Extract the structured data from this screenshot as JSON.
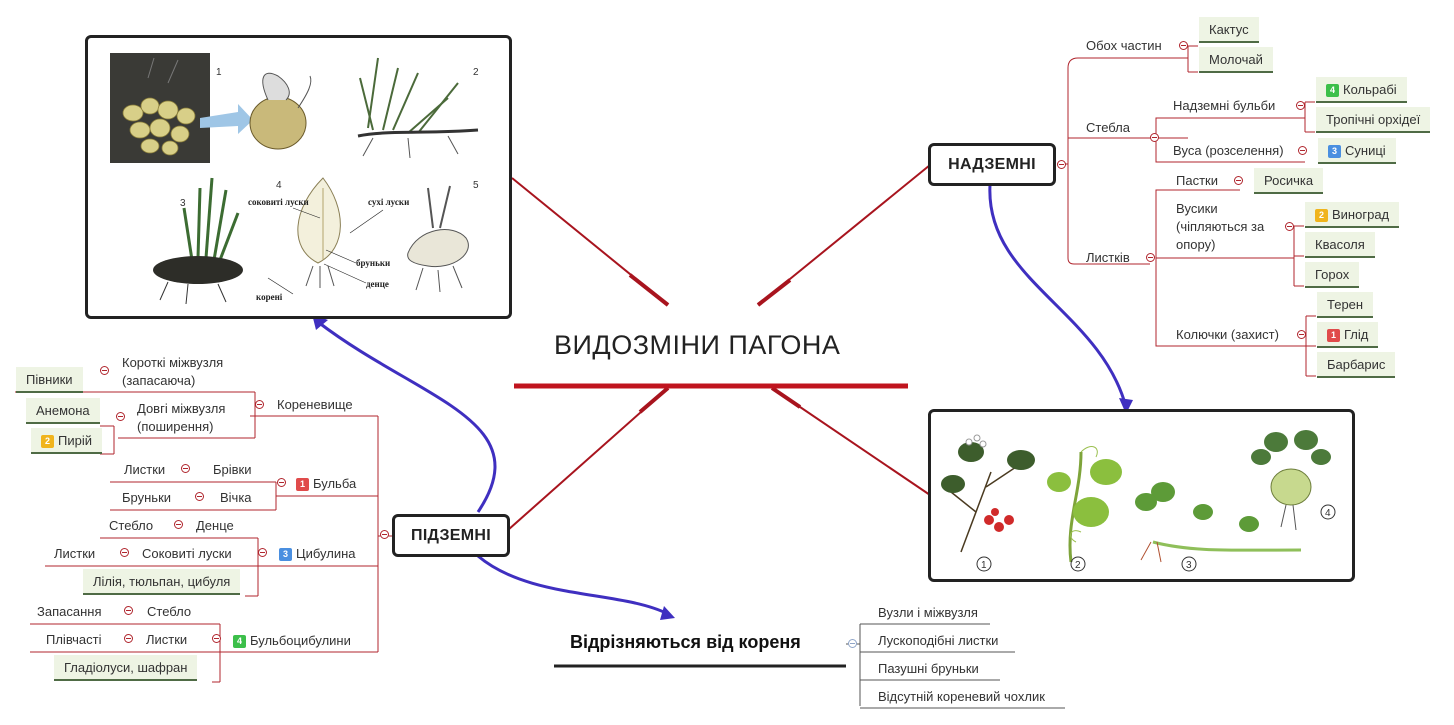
{
  "central": {
    "title": "ВИДОЗМІНИ ПАГОНА"
  },
  "nadzemni": {
    "label": "НАДЗЕМНІ",
    "obokh": {
      "label": "Обох частин",
      "items": [
        "Кактус",
        "Молочай"
      ]
    },
    "stebla": {
      "label": "Стебла",
      "bulby": {
        "label": "Надземні бульби",
        "items": [
          {
            "badge": "4",
            "text": "Кольрабі"
          },
          {
            "text": "Тропічні орхідеї"
          }
        ]
      },
      "vusa": {
        "label": "Вуса (розселення)",
        "items": [
          {
            "badge": "3",
            "text": "Суниці"
          }
        ]
      }
    },
    "lystkiv": {
      "label": "Листків",
      "pastky": {
        "label": "Пастки",
        "items": [
          "Росичка"
        ]
      },
      "vusyky": {
        "label": "Вусики (чіпляються за опору)",
        "items": [
          {
            "badge": "2",
            "text": "Виноград"
          },
          {
            "text": "Квасоля"
          },
          {
            "text": "Горох"
          }
        ]
      },
      "kolyuchky": {
        "label": "Колючки (захист)",
        "items": [
          {
            "text": "Терен"
          },
          {
            "badge": "1",
            "text": "Глід"
          },
          {
            "text": "Барбарис"
          }
        ]
      }
    }
  },
  "pidzemni": {
    "label": "ПІДЗЕМНІ",
    "korenevyshche": {
      "label": "Кореневище",
      "short": {
        "label": "Короткі міжвузля (запасаюча)",
        "items": [
          "Півники"
        ]
      },
      "long": {
        "label": "Довгі міжвузля (поширення)",
        "items": [
          {
            "text": "Анемона"
          },
          {
            "badge": "2",
            "text": "Пирій"
          }
        ]
      }
    },
    "bulba": {
      "badge": "1",
      "label": "Бульба",
      "rows": [
        {
          "part": "Листки",
          "value": "Брівки"
        },
        {
          "part": "Бруньки",
          "value": "Вічка"
        }
      ]
    },
    "tsybulyna": {
      "badge": "3",
      "label": "Цибулина",
      "rows": [
        {
          "part": "Стебло",
          "value": "Денце"
        },
        {
          "part": "Листки",
          "value": "Соковиті луски"
        }
      ],
      "examples": "Лілія, тюльпан, цибуля"
    },
    "bulbotsybulyny": {
      "badge": "4",
      "label": "Бульбоцибулини",
      "rows": [
        {
          "part": "Запасання",
          "value": "Стебло"
        },
        {
          "part": "Плівчасті",
          "value": "Листки"
        }
      ],
      "examples": "Гладіолуси, шафран"
    }
  },
  "differences": {
    "label": "Відрізняються від кореня",
    "items": [
      "Вузли і міжвузля",
      "Лускоподібні листки",
      "Пазушні бруньки",
      "Відсутній кореневий чохлик"
    ]
  },
  "image_underground": {
    "numbers": [
      "1",
      "2",
      "3",
      "4",
      "5"
    ],
    "labels": {
      "sokovyti": "соковиті луски",
      "sukhi": "сухі луски",
      "brunky": "бруньки",
      "dentse": "денце",
      "koreni": "корені"
    }
  },
  "image_aboveground": {
    "numbers": [
      "1",
      "2",
      "3",
      "4"
    ]
  },
  "badge_colors": {
    "1": "#e04b4b",
    "2": "#f0b41c",
    "3": "#4a8fe0",
    "4": "#3cbf4a"
  },
  "colors": {
    "branch": "#b0262e",
    "central_lines": "#a8141e",
    "arrow": "#3f2fc0"
  }
}
